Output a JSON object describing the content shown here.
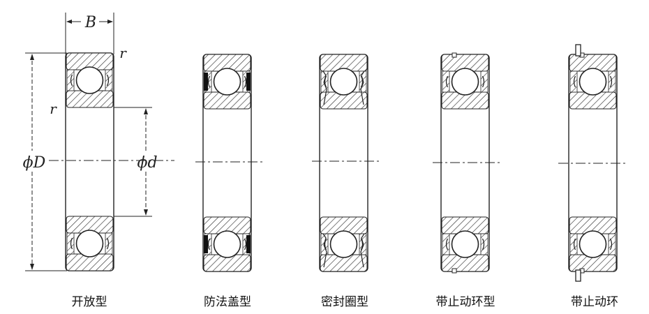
{
  "dimensions": {
    "width_label": "B",
    "fillet_label": "r",
    "outer_diameter_label": "ϕD",
    "inner_diameter_label": "ϕd"
  },
  "bearings": [
    {
      "caption": "开放型",
      "variant": "open"
    },
    {
      "caption": "防法盖型",
      "variant": "shield"
    },
    {
      "caption": "密封圈型",
      "variant": "seal"
    },
    {
      "caption": "带止动环型",
      "variant": "groove"
    },
    {
      "caption": "带止动环",
      "variant": "snap-ring"
    }
  ]
}
